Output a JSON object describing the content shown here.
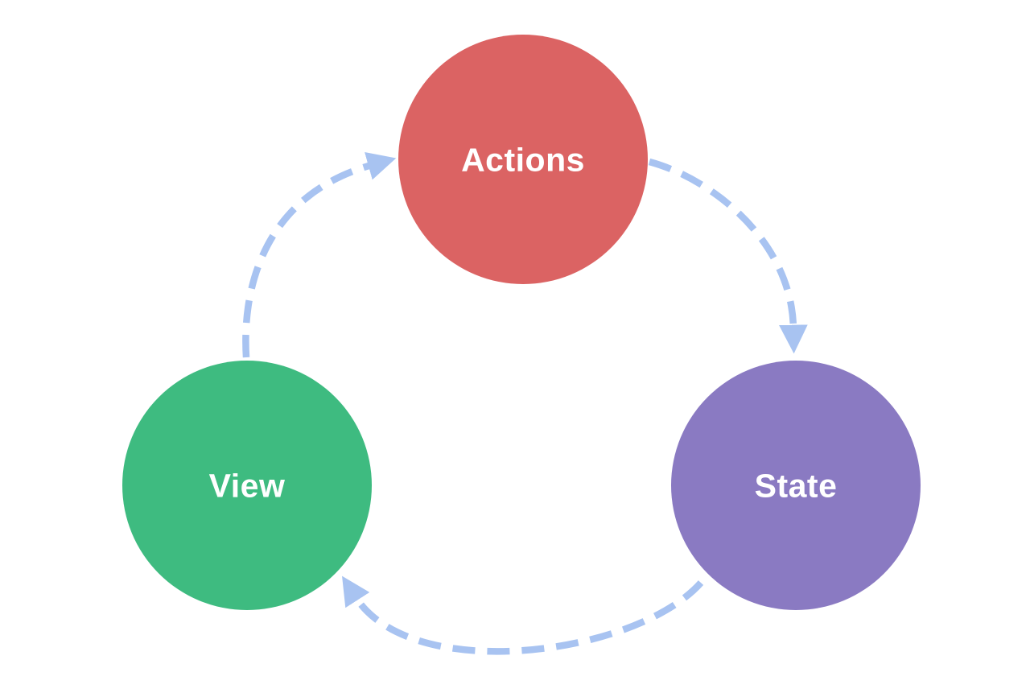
{
  "diagram": {
    "background_color": "#ffffff",
    "arrow_color": "#a8c3f1",
    "label_color": "#ffffff",
    "nodes": {
      "actions": {
        "label": "Actions",
        "color": "#db6363"
      },
      "state": {
        "label": "State",
        "color": "#8a7ac2"
      },
      "view": {
        "label": "View",
        "color": "#3ebb80"
      }
    },
    "edges": [
      {
        "from": "actions",
        "to": "state",
        "style": "dashed-arc-arrow"
      },
      {
        "from": "state",
        "to": "view",
        "style": "dashed-arc-arrow"
      },
      {
        "from": "view",
        "to": "actions",
        "style": "dashed-arc-arrow"
      }
    ]
  }
}
